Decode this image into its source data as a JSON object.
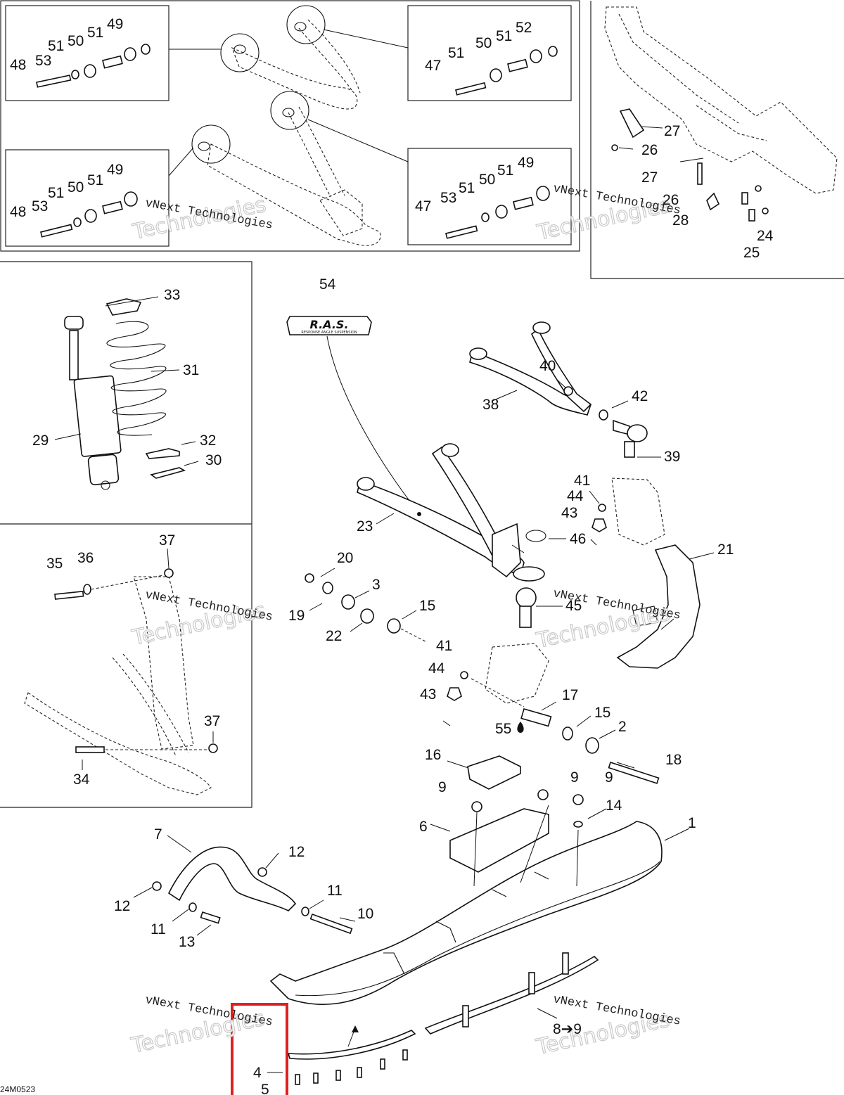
{
  "diagram": {
    "code": "24M0523",
    "watermark_line1": "vNext Technologies",
    "watermark_line2": "Technologies",
    "logo_text": "R.A.S.",
    "logo_subtext": "RESPONSE ANGLE SUSPENSION",
    "callouts": {
      "c48a": "48",
      "c53a": "53",
      "c51a": "51",
      "c50a": "50",
      "c51b": "51",
      "c49a": "49",
      "c47a": "47",
      "c51c": "51",
      "c50b": "50",
      "c51d": "51",
      "c52": "52",
      "c48b": "48",
      "c53b": "53",
      "c51e": "51",
      "c50c": "50",
      "c51f": "51",
      "c49b": "49",
      "c47b": "47",
      "c53c": "53",
      "c51g": "51",
      "c50d": "50",
      "c51h": "51",
      "c49c": "49",
      "c27a": "27",
      "c26a": "26",
      "c27b": "27",
      "c26b": "26",
      "c28": "28",
      "c24": "24",
      "c25": "25",
      "c33": "33",
      "c31": "31",
      "c29": "29",
      "c32": "32",
      "c30": "30",
      "c37a": "37",
      "c35": "35",
      "c36": "36",
      "c37b": "37",
      "c34": "34",
      "c54": "54",
      "c40": "40",
      "c38": "38",
      "c42": "42",
      "c39": "39",
      "c41a": "41",
      "c44a": "44",
      "c43a": "43",
      "c23": "23",
      "c46": "46",
      "c21": "21",
      "c20": "20",
      "c3": "3",
      "c19": "19",
      "c15a": "15",
      "c22": "22",
      "c45": "45",
      "c41b": "41",
      "c44b": "44",
      "c43b": "43",
      "c17": "17",
      "c55": "55",
      "c15b": "15",
      "c2": "2",
      "c18": "18",
      "c16": "16",
      "c9a": "9",
      "c9b": "9",
      "c9c": "9",
      "c14": "14",
      "c6": "6",
      "c1": "1",
      "c7": "7",
      "c12a": "12",
      "c12b": "12",
      "c11a": "11",
      "c11b": "11",
      "c10": "10",
      "c13": "13",
      "c4": "4",
      "c5": "5",
      "c8to9": "8➔9"
    }
  }
}
